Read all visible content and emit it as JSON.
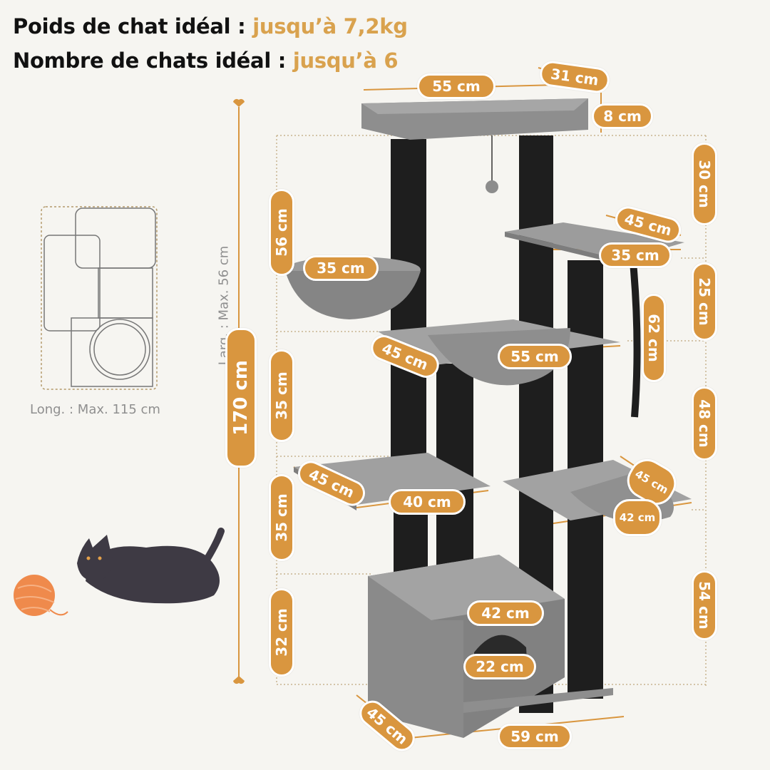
{
  "header": {
    "weight_label": "Poids de chat idéal :",
    "weight_value": "jusqu’à 7,2kg",
    "cats_label": "Nombre de chats idéal :",
    "cats_value": "jusqu’à 6"
  },
  "footprint": {
    "width_label": "Larg. : Max. 56 cm",
    "length_label": "Long. : Max. 115 cm"
  },
  "dimensions": {
    "top_width": "55 cm",
    "top_depth": "31 cm",
    "top_thickness": "8 cm",
    "top_gap": "30 cm",
    "total_height": "170 cm",
    "upper_left_height": "56 cm",
    "basket_left_width": "35 cm",
    "shelf_right_depth": "45 cm",
    "shelf_right_width": "35 cm",
    "right_gap_25": "25 cm",
    "rope_length": "62 cm",
    "mid_depth": "45 cm",
    "mid_width": "55 cm",
    "left_gap_35_upper": "35 cm",
    "right_gap_48": "48 cm",
    "low_shelf_depth": "45 cm",
    "low_shelf_width": "40 cm",
    "hammock_depth": "45 cm",
    "hammock_width": "42 cm",
    "left_gap_35_lower": "35 cm",
    "condo_width": "42 cm",
    "condo_height": "32 cm",
    "right_base_54": "54 cm",
    "door_width": "22 cm",
    "base_depth": "45 cm",
    "base_width": "59 cm"
  },
  "colors": {
    "accent": "#d9963f",
    "header_accent": "#d9a24e",
    "plush": "#8c8c8c",
    "post": "#1e1e1e"
  }
}
